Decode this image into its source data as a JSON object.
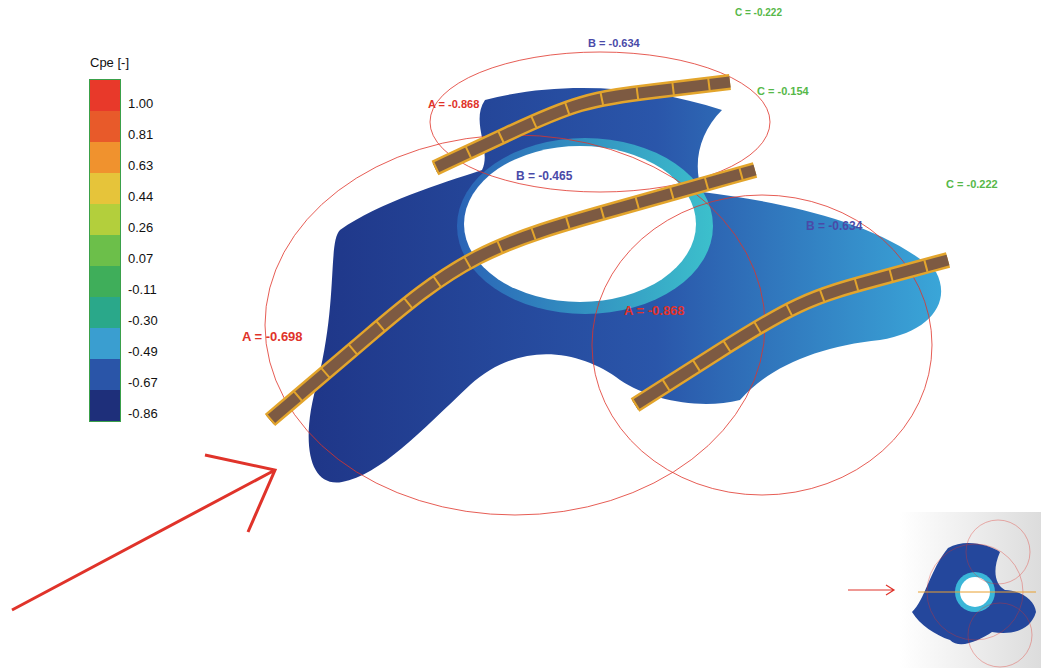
{
  "diagram": {
    "labels": [
      "Cpe [-]",
      "C = -0.222",
      "B = -0.634",
      "A = -0.868",
      "C = -0.154",
      "B = -0.465",
      "C = -0.222",
      "B = -0.634",
      "A = -0.698",
      "A = -0.868"
    ],
    "legend": [
      {
        "text": "1.00",
        "color": "#e8392a"
      },
      {
        "text": "0.81",
        "color": "#e85a2a"
      },
      {
        "text": "0.63",
        "color": "#f0922e"
      },
      {
        "text": "0.44",
        "color": "#e6c43a"
      },
      {
        "text": "0.26",
        "color": "#b3cf3c"
      },
      {
        "text": "0.07",
        "color": "#6cbf4a"
      },
      {
        "text": "-0.11",
        "color": "#3fae5a"
      },
      {
        "text": "-0.30",
        "color": "#2aa88a"
      },
      {
        "text": "-0.49",
        "color": "#3a9ed0"
      },
      {
        "text": "-0.67",
        "color": "#2a55a8"
      },
      {
        "text": "-0.86",
        "color": "#1e2f7a"
      }
    ]
  }
}
